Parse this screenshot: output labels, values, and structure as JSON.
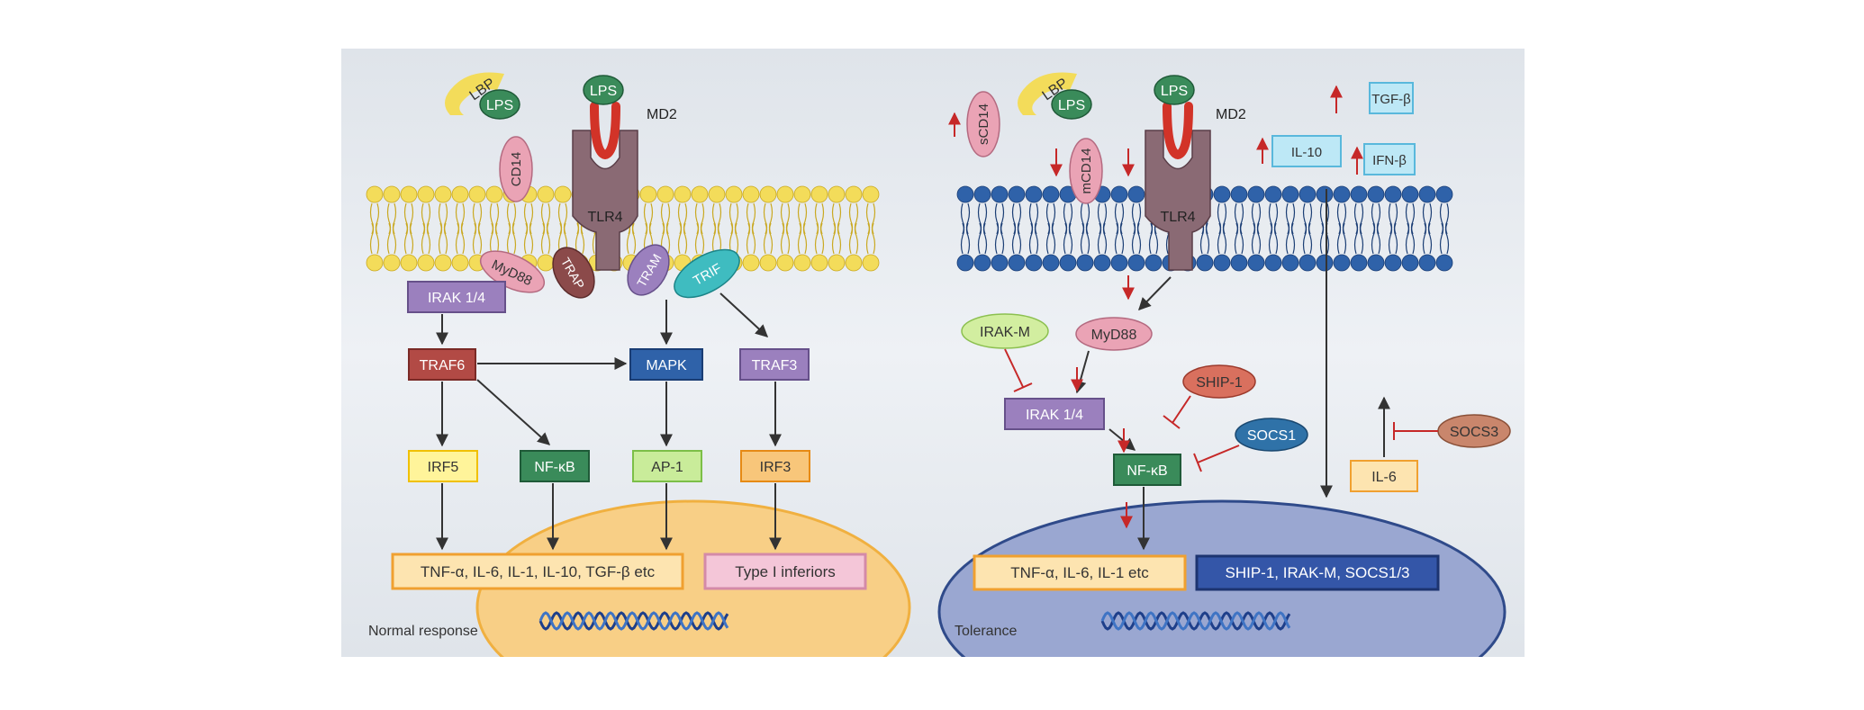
{
  "left_panel": {
    "lbp": "LBP",
    "lps_bound": "LPS",
    "lps_top": "LPS",
    "md2": "MD2",
    "cd14": "CD14",
    "tlr4": "TLR4",
    "myd88": "MyD88",
    "trap": "TRAP",
    "tram": "TRAM",
    "trif": "TRIF",
    "irak14": "IRAK 1/4",
    "traf6": "TRAF6",
    "mapk": "MAPK",
    "traf3": "TRAF3",
    "irf5": "IRF5",
    "nfkb": "NF-κB",
    "ap1": "AP-1",
    "irf3": "IRF3",
    "cytokines": "TNF-α, IL-6, IL-1, IL-10, TGF-β etc",
    "type1": "Type I inferiors",
    "caption": "Normal response"
  },
  "right_panel": {
    "lbp": "LBP",
    "lps_bound": "LPS",
    "lps_top": "LPS",
    "md2": "MD2",
    "scd14": "sCD14",
    "mcd14": "mCD14",
    "tlr4": "TLR4",
    "tgfb": "TGF-β",
    "il10": "IL-10",
    "ifnb": "IFN-β",
    "irakm": "IRAK-M",
    "myd88": "MyD88",
    "ship1": "SHIP-1",
    "irak14": "IRAK 1/4",
    "socs1": "SOCS1",
    "nfkb": "NF-κB",
    "socs3": "SOCS3",
    "il6": "IL-6",
    "cytokines": "TNF-α, IL-6, IL-1 etc",
    "inhibitors": "SHIP-1, IRAK-M, SOCS1/3",
    "caption": "Tolerance"
  },
  "colors": {
    "background": "#e3e8ee",
    "membrane_left": "#f3dc5a",
    "membrane_right": "#2f62a9",
    "nucleus_left": "#f8cf86",
    "nucleus_right": "#9aa7d1",
    "up_arrow": "#c62828",
    "down_arrow": "#c62828",
    "inhibit": "#c62828"
  }
}
